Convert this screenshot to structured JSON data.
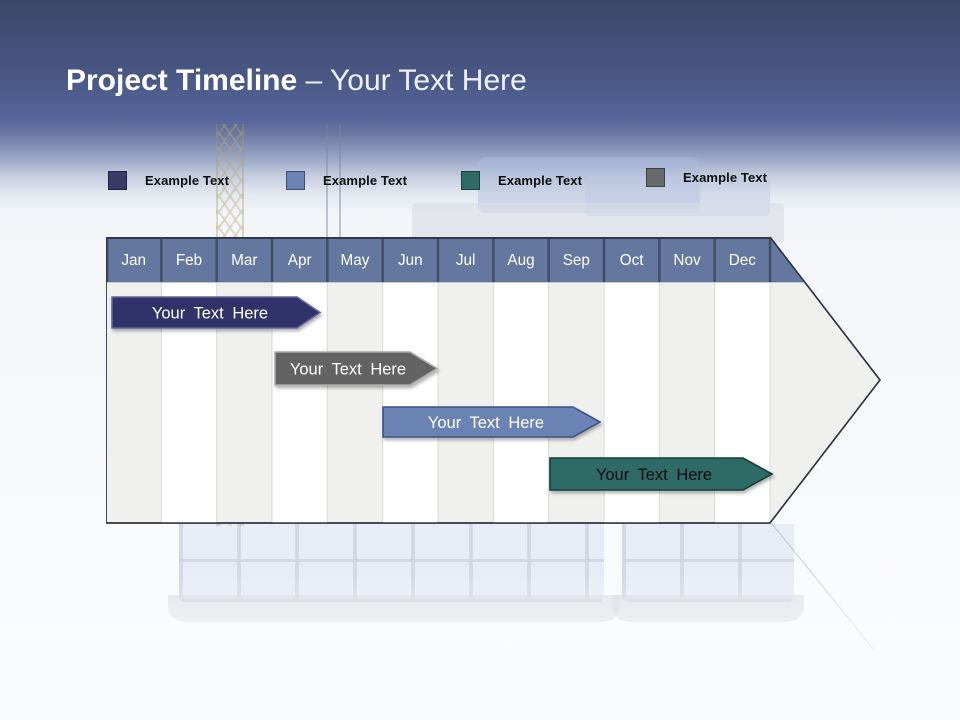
{
  "slide": {
    "title": {
      "bold": "Project Timeline",
      "regular": "– Your Text Here"
    }
  },
  "legend": {
    "items": [
      {
        "label": "Example Text",
        "color": "#3a3a68"
      },
      {
        "label": "Example Text",
        "color": "#6b82b4"
      },
      {
        "label": "Example Text",
        "color": "#2f6b65"
      },
      {
        "label": "Example Text",
        "color": "#68696b"
      }
    ]
  },
  "timeline": {
    "months": [
      "Jan",
      "Feb",
      "Mar",
      "Apr",
      "May",
      "Jun",
      "Jul",
      "Aug",
      "Sep",
      "Oct",
      "Nov",
      "Dec"
    ],
    "header_color": "#64779e",
    "arrow_fill": "#f0f0ee",
    "bars": [
      {
        "label": "Your Text Here",
        "color": "#32326b",
        "text_color": "#ffffff",
        "start": "Jan",
        "end": "Apr"
      },
      {
        "label": "Your Text Here",
        "color": "#636363",
        "text_color": "#ffffff",
        "start": "Apr",
        "end": "Jun"
      },
      {
        "label": "Your Text Here",
        "color": "#6b82b4",
        "text_color": "#ffffff",
        "start": "Jun",
        "end": "Sep"
      },
      {
        "label": "Your Text Here",
        "color": "#2e6a66",
        "text_color": "#111111",
        "start": "Sep",
        "end": "Dec"
      }
    ]
  }
}
